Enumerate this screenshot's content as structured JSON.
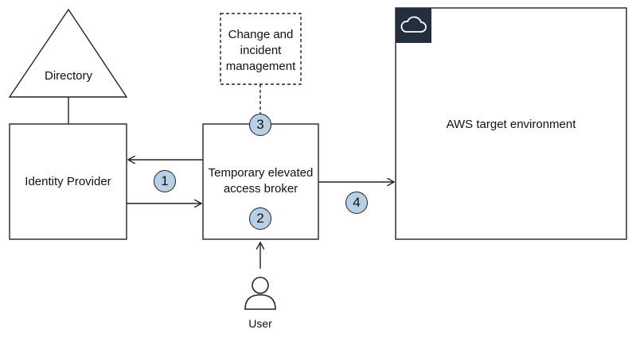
{
  "nodes": {
    "directory": "Directory",
    "identity_provider": "Identity Provider",
    "change_mgmt": "Change and\nincident\nmanagement",
    "broker": "Temporary elevated\naccess broker",
    "aws_target": "AWS target environment",
    "user": "User"
  },
  "steps": [
    "1",
    "2",
    "3",
    "4"
  ],
  "icons": {
    "cloud": "cloud-icon",
    "user": "user-icon"
  },
  "colors": {
    "step_badge": "#b8cfe6",
    "aws_tile": "#232f3e",
    "stroke": "#222222"
  }
}
